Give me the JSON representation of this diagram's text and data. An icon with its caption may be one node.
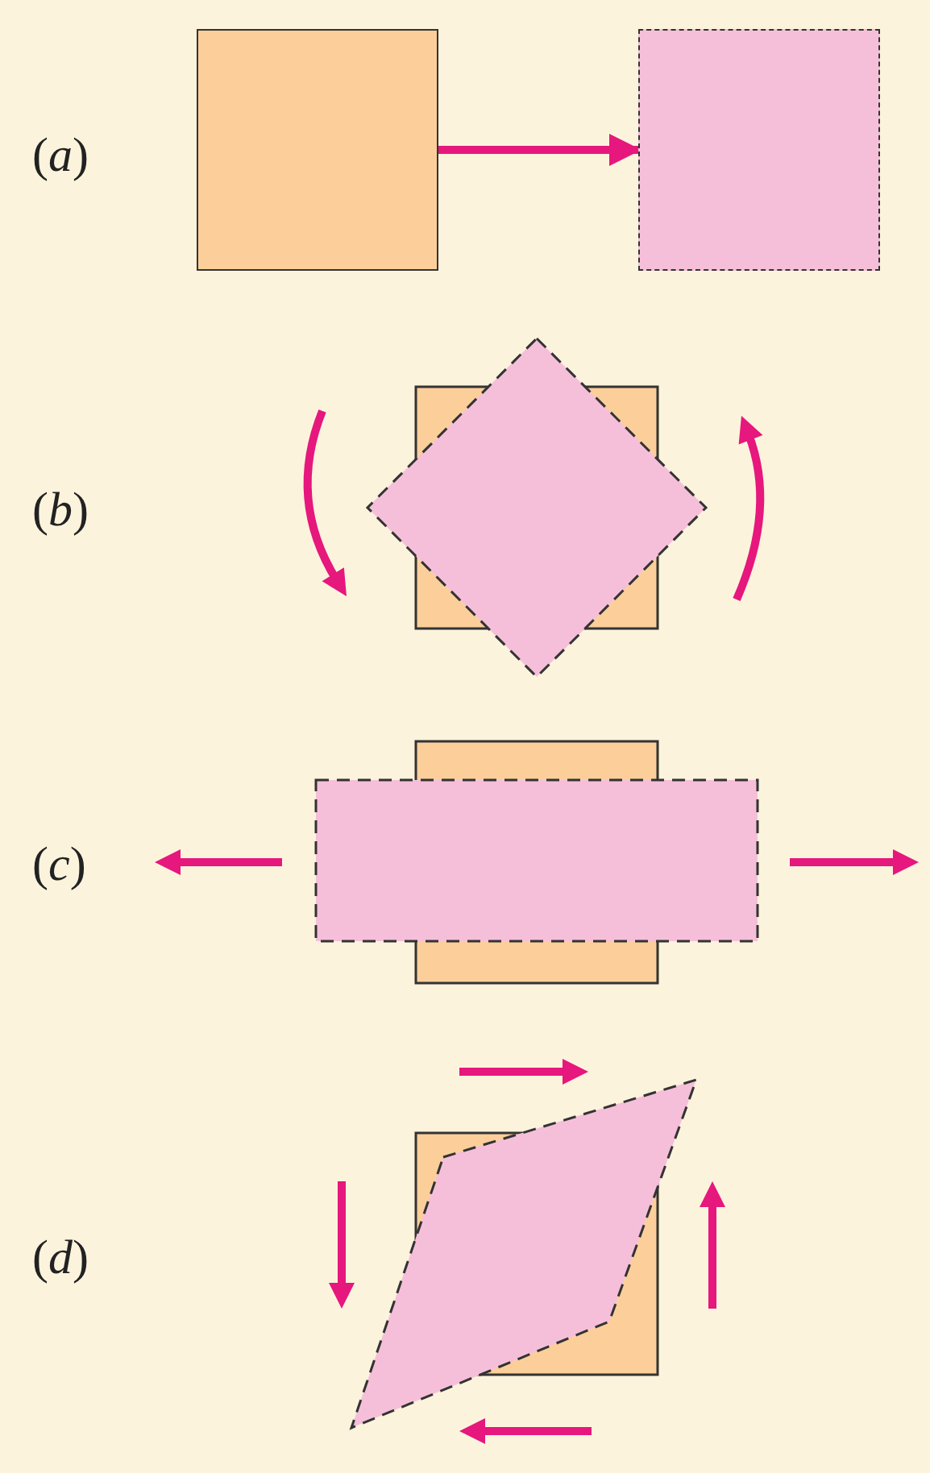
{
  "diagram": {
    "nodes": [
      {
        "text": [],
        "shape": "box"
      },
      {
        "text": [],
        "shape": "box"
      }
    ],
    "edges": [
      {
        "from": 0,
        "to": 1,
        "arrow": "to"
      }
    ],
    "labels": [
      "(*a*)",
      "(*b*)",
      "(*c*)",
      "(*d*)"
    ]
  }
}
